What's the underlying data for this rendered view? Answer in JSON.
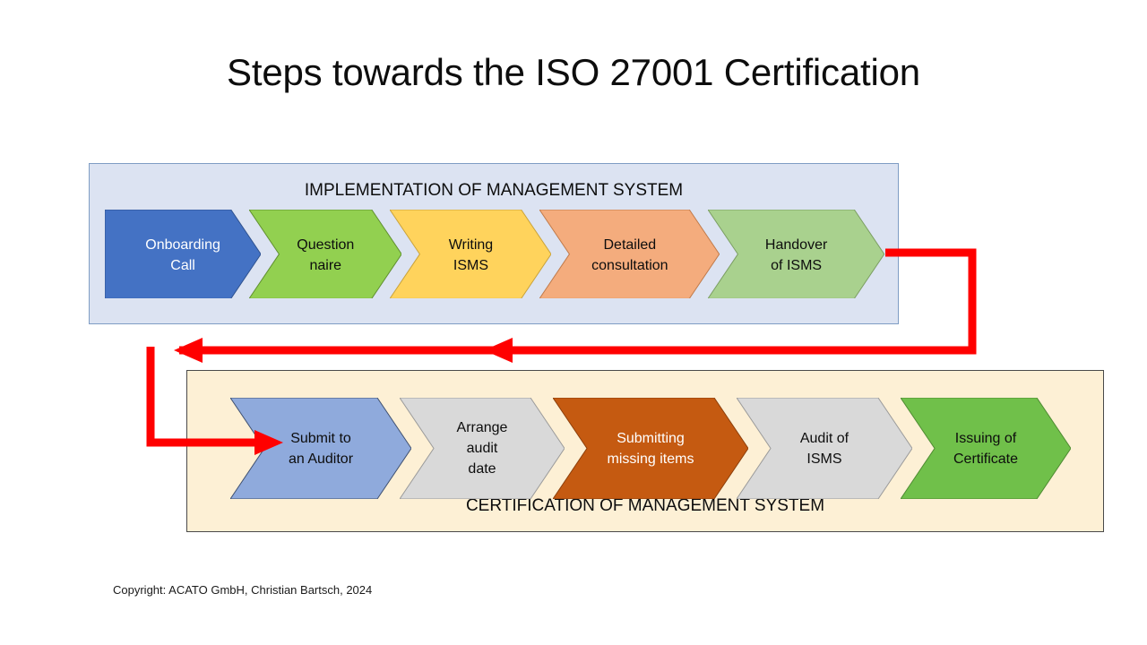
{
  "slide": {
    "title": "Steps towards the ISO 27001 Certification",
    "copyright": "Copyright: ACATO GmbH, Christian Bartsch, 2024",
    "background_color": "#FFFFFF"
  },
  "implementation_panel": {
    "caption": "IMPLEMENTATION OF MANAGEMENT SYSTEM",
    "background_color": "#DCE3F2",
    "border_color": "#7F9DC4",
    "steps": [
      {
        "label": "Onboarding\nCall",
        "fill": "#4472C4",
        "text_color": "#FFFFFF",
        "shape": "pentagon"
      },
      {
        "label": "Question\nnaire",
        "fill": "#92D050",
        "text_color": "#0D0D0D",
        "shape": "chevron"
      },
      {
        "label": "Writing\nISMS",
        "fill": "#FFD35C",
        "text_color": "#0D0D0D",
        "shape": "chevron"
      },
      {
        "label": "Detailed\nconsultation",
        "fill": "#F4AC7D",
        "text_color": "#0D0D0D",
        "shape": "chevron"
      },
      {
        "label": "Handover\nof ISMS",
        "fill": "#A9D18E",
        "text_color": "#0D0D0D",
        "shape": "chevron"
      }
    ]
  },
  "certification_panel": {
    "caption": "CERTIFICATION OF MANAGEMENT SYSTEM",
    "background_color": "#FDF0D5",
    "border_color": "#4A4A4A",
    "steps": [
      {
        "label": "Submit to\nan Auditor",
        "fill": "#8FAADC",
        "text_color": "#0D0D0D",
        "shape": "chevron"
      },
      {
        "label": "Arrange\naudit\ndate",
        "fill": "#D9D9D9",
        "text_color": "#0D0D0D",
        "shape": "chevron"
      },
      {
        "label": "Submitting\nmissing items",
        "fill": "#C55A11",
        "text_color": "#FFFFFF",
        "shape": "chevron"
      },
      {
        "label": "Audit of\nISMS",
        "fill": "#D9D9D9",
        "text_color": "#0D0D0D",
        "shape": "chevron"
      },
      {
        "label": "Issuing of\nCertificate",
        "fill": "#70C04A",
        "text_color": "#0D0D0D",
        "shape": "chevron"
      }
    ]
  },
  "connector": {
    "color": "#FF0000",
    "description": "Feedback arrow from Handover of ISMS to Submit to an Auditor",
    "stroke_width": 9
  }
}
